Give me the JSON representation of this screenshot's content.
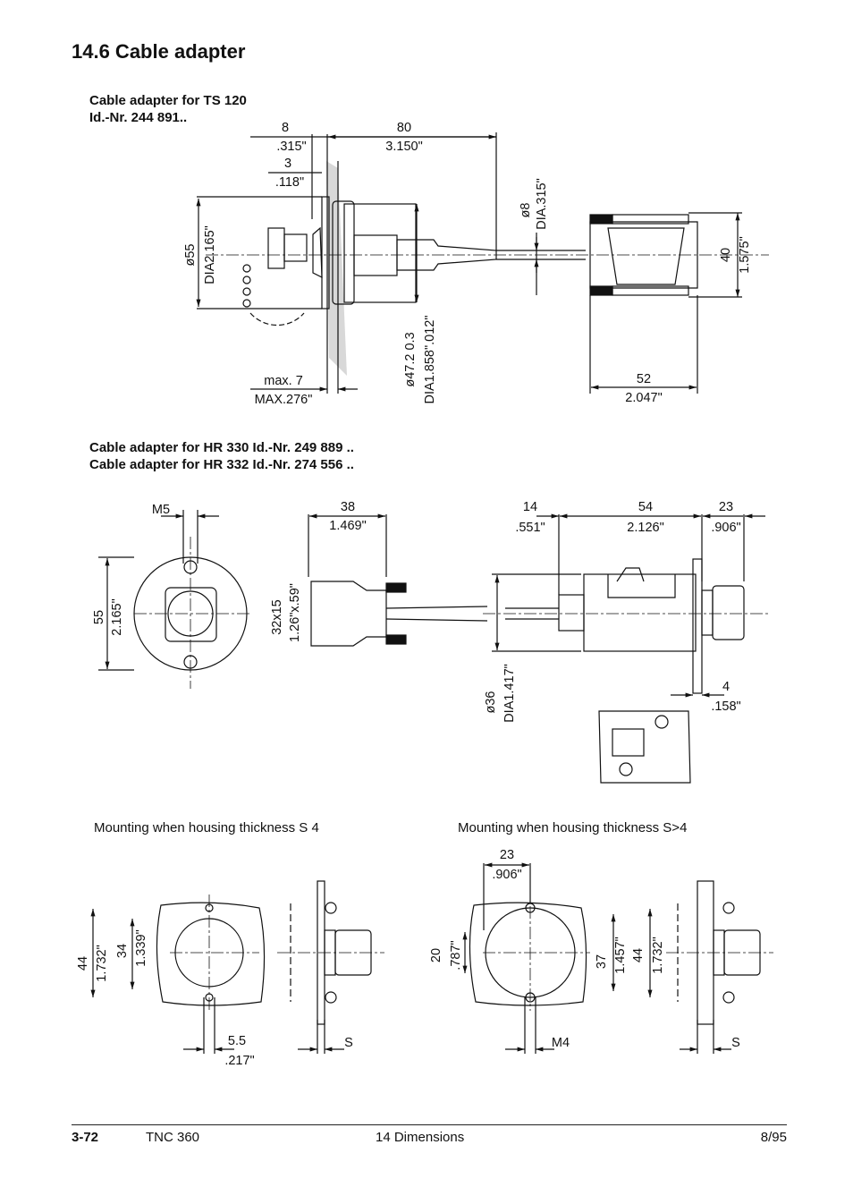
{
  "heading": "14.6  Cable adapter",
  "section1": {
    "caption_line1": "Cable adapter for TS 120",
    "caption_line2": "Id.-Nr. 244 891..",
    "dims": {
      "d8": "8",
      "d8_in": ".315\"",
      "d3": "3",
      "d3_in": ".118\"",
      "d80": "80",
      "d80_in": "3.150\"",
      "d55": "ø55",
      "d55_in": "DIA2.165\"",
      "dia8": "ø8",
      "dia8_in": "DIA.315\"",
      "d40": "40",
      "d40_in": "1.575\"",
      "max7": "max. 7",
      "max7_in": "MAX.276\"",
      "d47": "ø47.2  0.3",
      "d47_in": "DIA1.858\".012\"",
      "d52": "52",
      "d52_in": "2.047\""
    }
  },
  "section2": {
    "caption_line1": "Cable adapter for HR 330 Id.-Nr. 249 889 ..",
    "caption_line2": "Cable adapter for HR 332 Id.-Nr. 274 556 ..",
    "dims": {
      "m5": "M5",
      "d38": "38",
      "d38_in": "1.469\"",
      "d14": "14",
      "d14_in": ".551\"",
      "d54": "54",
      "d54_in": "2.126\"",
      "d23": "23",
      "d23_in": ".906\"",
      "d55": "55",
      "d55_in": "2.165\"",
      "d32": "32x15",
      "d32_in": "1.26\"x.59\"",
      "d36": "ø36",
      "d36_in": "DIA1.417\"",
      "d4": "4",
      "d4_in": ".158\""
    }
  },
  "section3": {
    "left_title": "Mounting when housing thickness S  4",
    "right_title": "Mounting when housing thickness S>4",
    "left_dims": {
      "d44": "44",
      "d44_in": "1.732\"",
      "d34": "34",
      "d34_in": "1.339\"",
      "d55": "5.5",
      "d55_in": ".217\"",
      "s": "S"
    },
    "right_dims": {
      "d23": "23",
      "d23_in": ".906\"",
      "d20": "20",
      "d20_in": ".787\"",
      "d37": "37",
      "d37_in": "1.457\"",
      "d44": "44",
      "d44_in": "1.732\"",
      "m4": "M4",
      "s": "S"
    }
  },
  "footer": {
    "page": "3-72",
    "product": "TNC 360",
    "chapter": "14  Dimensions",
    "date": "8/95"
  }
}
